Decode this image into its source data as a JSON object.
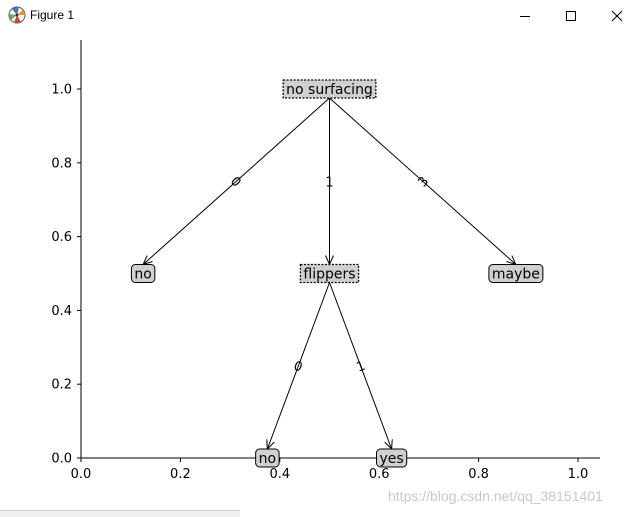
{
  "window": {
    "title": "Figure 1"
  },
  "chart_data": {
    "type": "tree",
    "xlim": [
      0.0,
      1.0
    ],
    "ylim": [
      0.0,
      1.0
    ],
    "x_ticks": [
      0.0,
      0.2,
      0.4,
      0.6,
      0.8,
      1.0
    ],
    "x_tick_labels": [
      "0.0",
      "0.2",
      "0.4",
      "0.6",
      "0.8",
      "1.0"
    ],
    "y_ticks": [
      0.0,
      0.2,
      0.4,
      0.6,
      0.8,
      1.0
    ],
    "y_tick_labels": [
      "0.0",
      "0.2",
      "0.4",
      "0.6",
      "0.8",
      "1.0"
    ],
    "nodes": [
      {
        "id": "root",
        "label": "no surfacing",
        "x": 0.5,
        "y": 1.0,
        "kind": "decision"
      },
      {
        "id": "leaf-no-1",
        "label": "no",
        "x": 0.125,
        "y": 0.5,
        "kind": "leaf"
      },
      {
        "id": "flippers",
        "label": "flippers",
        "x": 0.5,
        "y": 0.5,
        "kind": "decision"
      },
      {
        "id": "leaf-maybe",
        "label": "maybe",
        "x": 0.875,
        "y": 0.5,
        "kind": "leaf"
      },
      {
        "id": "leaf-no-2",
        "label": "no",
        "x": 0.375,
        "y": 0.0,
        "kind": "leaf"
      },
      {
        "id": "leaf-yes",
        "label": "yes",
        "x": 0.625,
        "y": 0.0,
        "kind": "leaf"
      }
    ],
    "edges": [
      {
        "from": "root",
        "to": "leaf-no-1",
        "label": "0"
      },
      {
        "from": "root",
        "to": "flippers",
        "label": "1"
      },
      {
        "from": "root",
        "to": "leaf-maybe",
        "label": "3"
      },
      {
        "from": "flippers",
        "to": "leaf-no-2",
        "label": "0"
      },
      {
        "from": "flippers",
        "to": "leaf-yes",
        "label": "1"
      }
    ]
  },
  "watermark": "https://blog.csdn.net/qq_38151401"
}
